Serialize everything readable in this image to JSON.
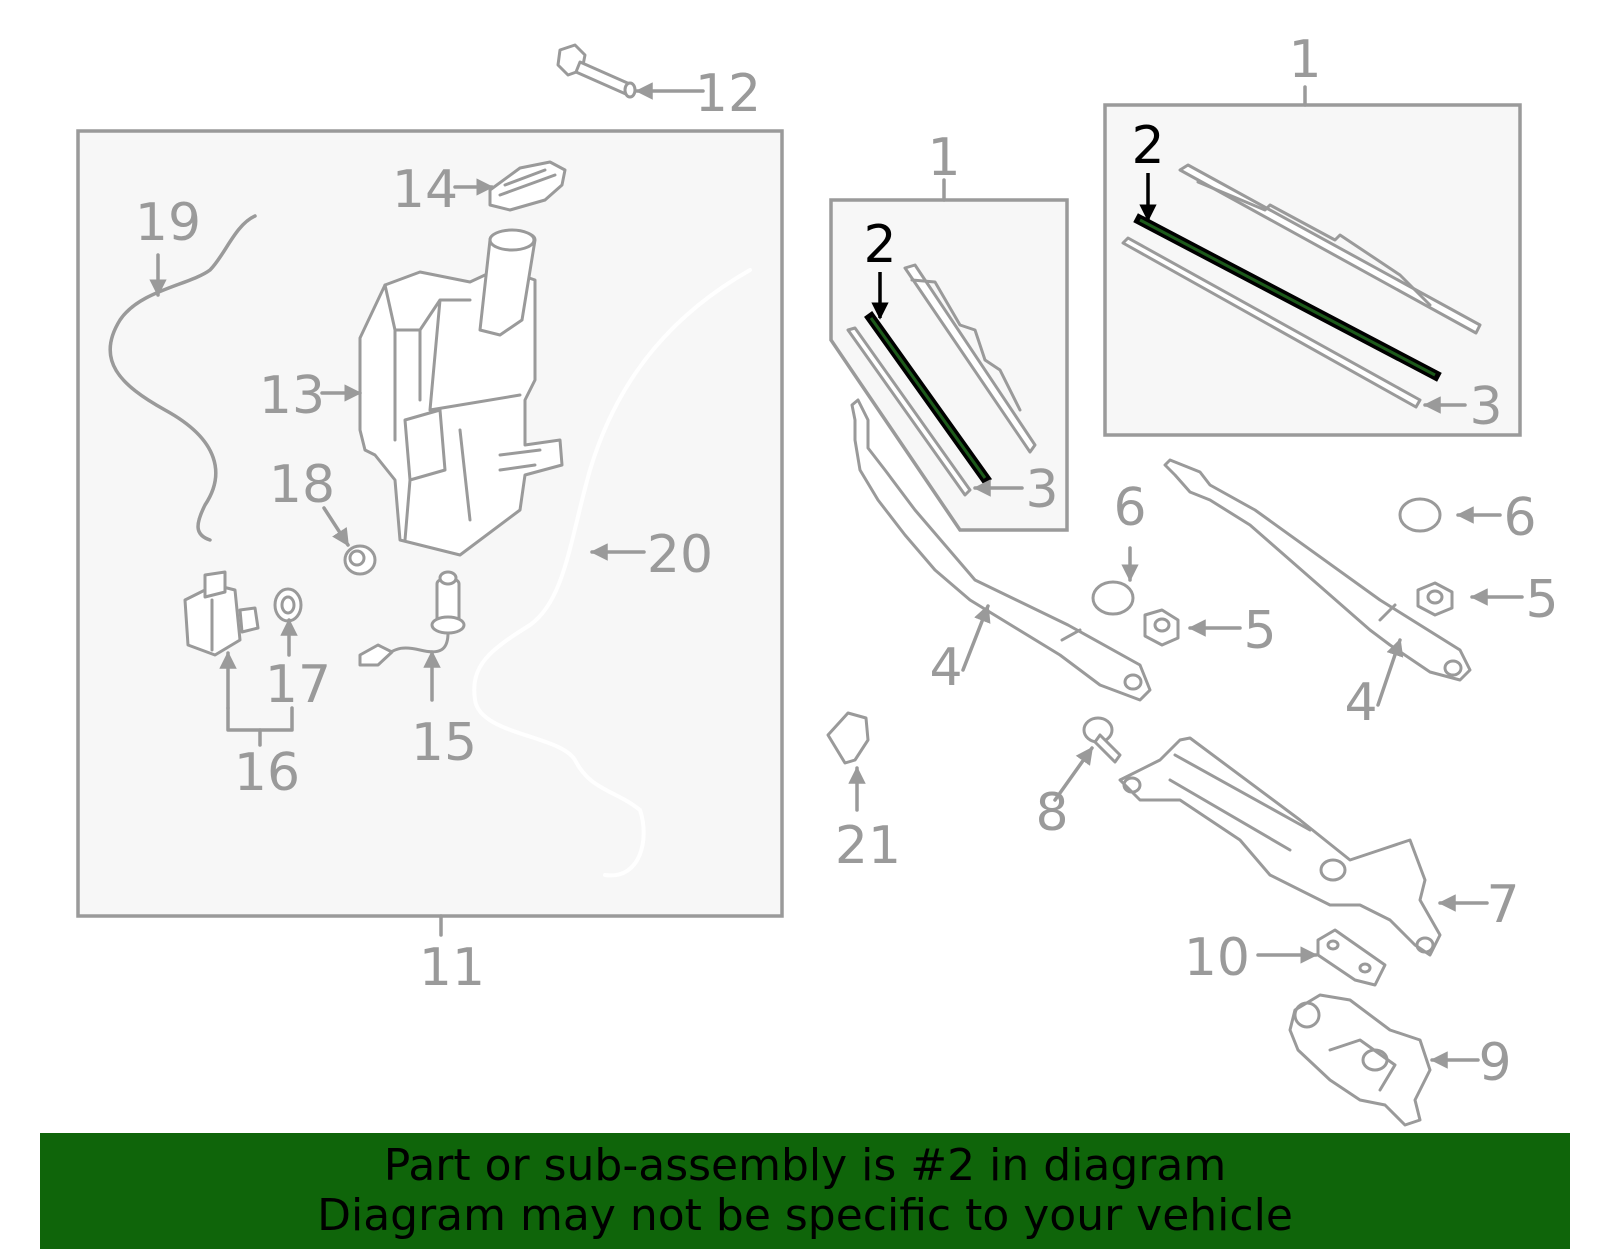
{
  "labels": {
    "l1a": "1",
    "l1b": "1",
    "l2a": "2",
    "l2b": "2",
    "l3a": "3",
    "l3b": "3",
    "l4a": "4",
    "l4b": "4",
    "l5a": "5",
    "l5b": "5",
    "l6a": "6",
    "l6b": "6",
    "l7": "7",
    "l8": "8",
    "l9": "9",
    "l10": "10",
    "l11": "11",
    "l12": "12",
    "l13": "13",
    "l14": "14",
    "l15": "15",
    "l16": "16",
    "l17": "17",
    "l18": "18",
    "l19": "19",
    "l20": "20",
    "l21": "21"
  },
  "colors": {
    "highlight": "#000000",
    "banner_bg": "#0f650a",
    "line": "#9a9a9a"
  },
  "banner": {
    "line1": "Part or sub-assembly is #2 in diagram",
    "line2": "Diagram may not be specific to your vehicle"
  }
}
